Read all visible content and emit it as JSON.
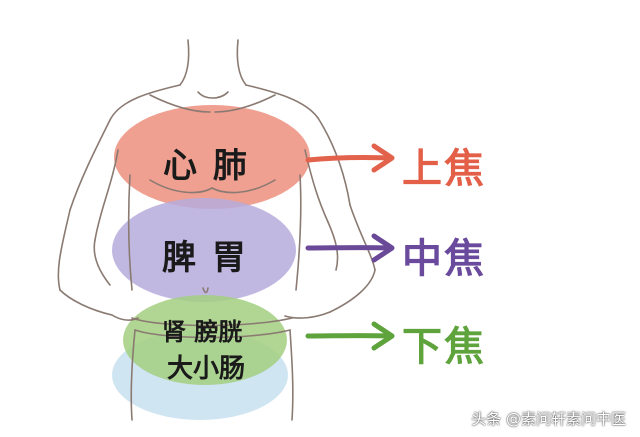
{
  "regions": {
    "upper": {
      "organs": "心 肺",
      "jiao": "上焦",
      "blob_color": "#ec8f7e",
      "arrow_color": "#e2624c",
      "jiao_color": "#e35f47"
    },
    "middle": {
      "organs": "脾 胃",
      "jiao": "中焦",
      "blob_color": "#b6acdd",
      "arrow_color": "#6a4a98",
      "jiao_color": "#6a4a9c"
    },
    "lower": {
      "organs_line1": "肾 膀胱",
      "organs_line2": "大小肠",
      "jiao": "下焦",
      "blob_color": "#a3cf80",
      "blob_color_2": "#c8e0f0",
      "arrow_color": "#5fa33c",
      "jiao_color": "#5fa33c"
    }
  },
  "watermark": "头条 @素问轩素问中医"
}
